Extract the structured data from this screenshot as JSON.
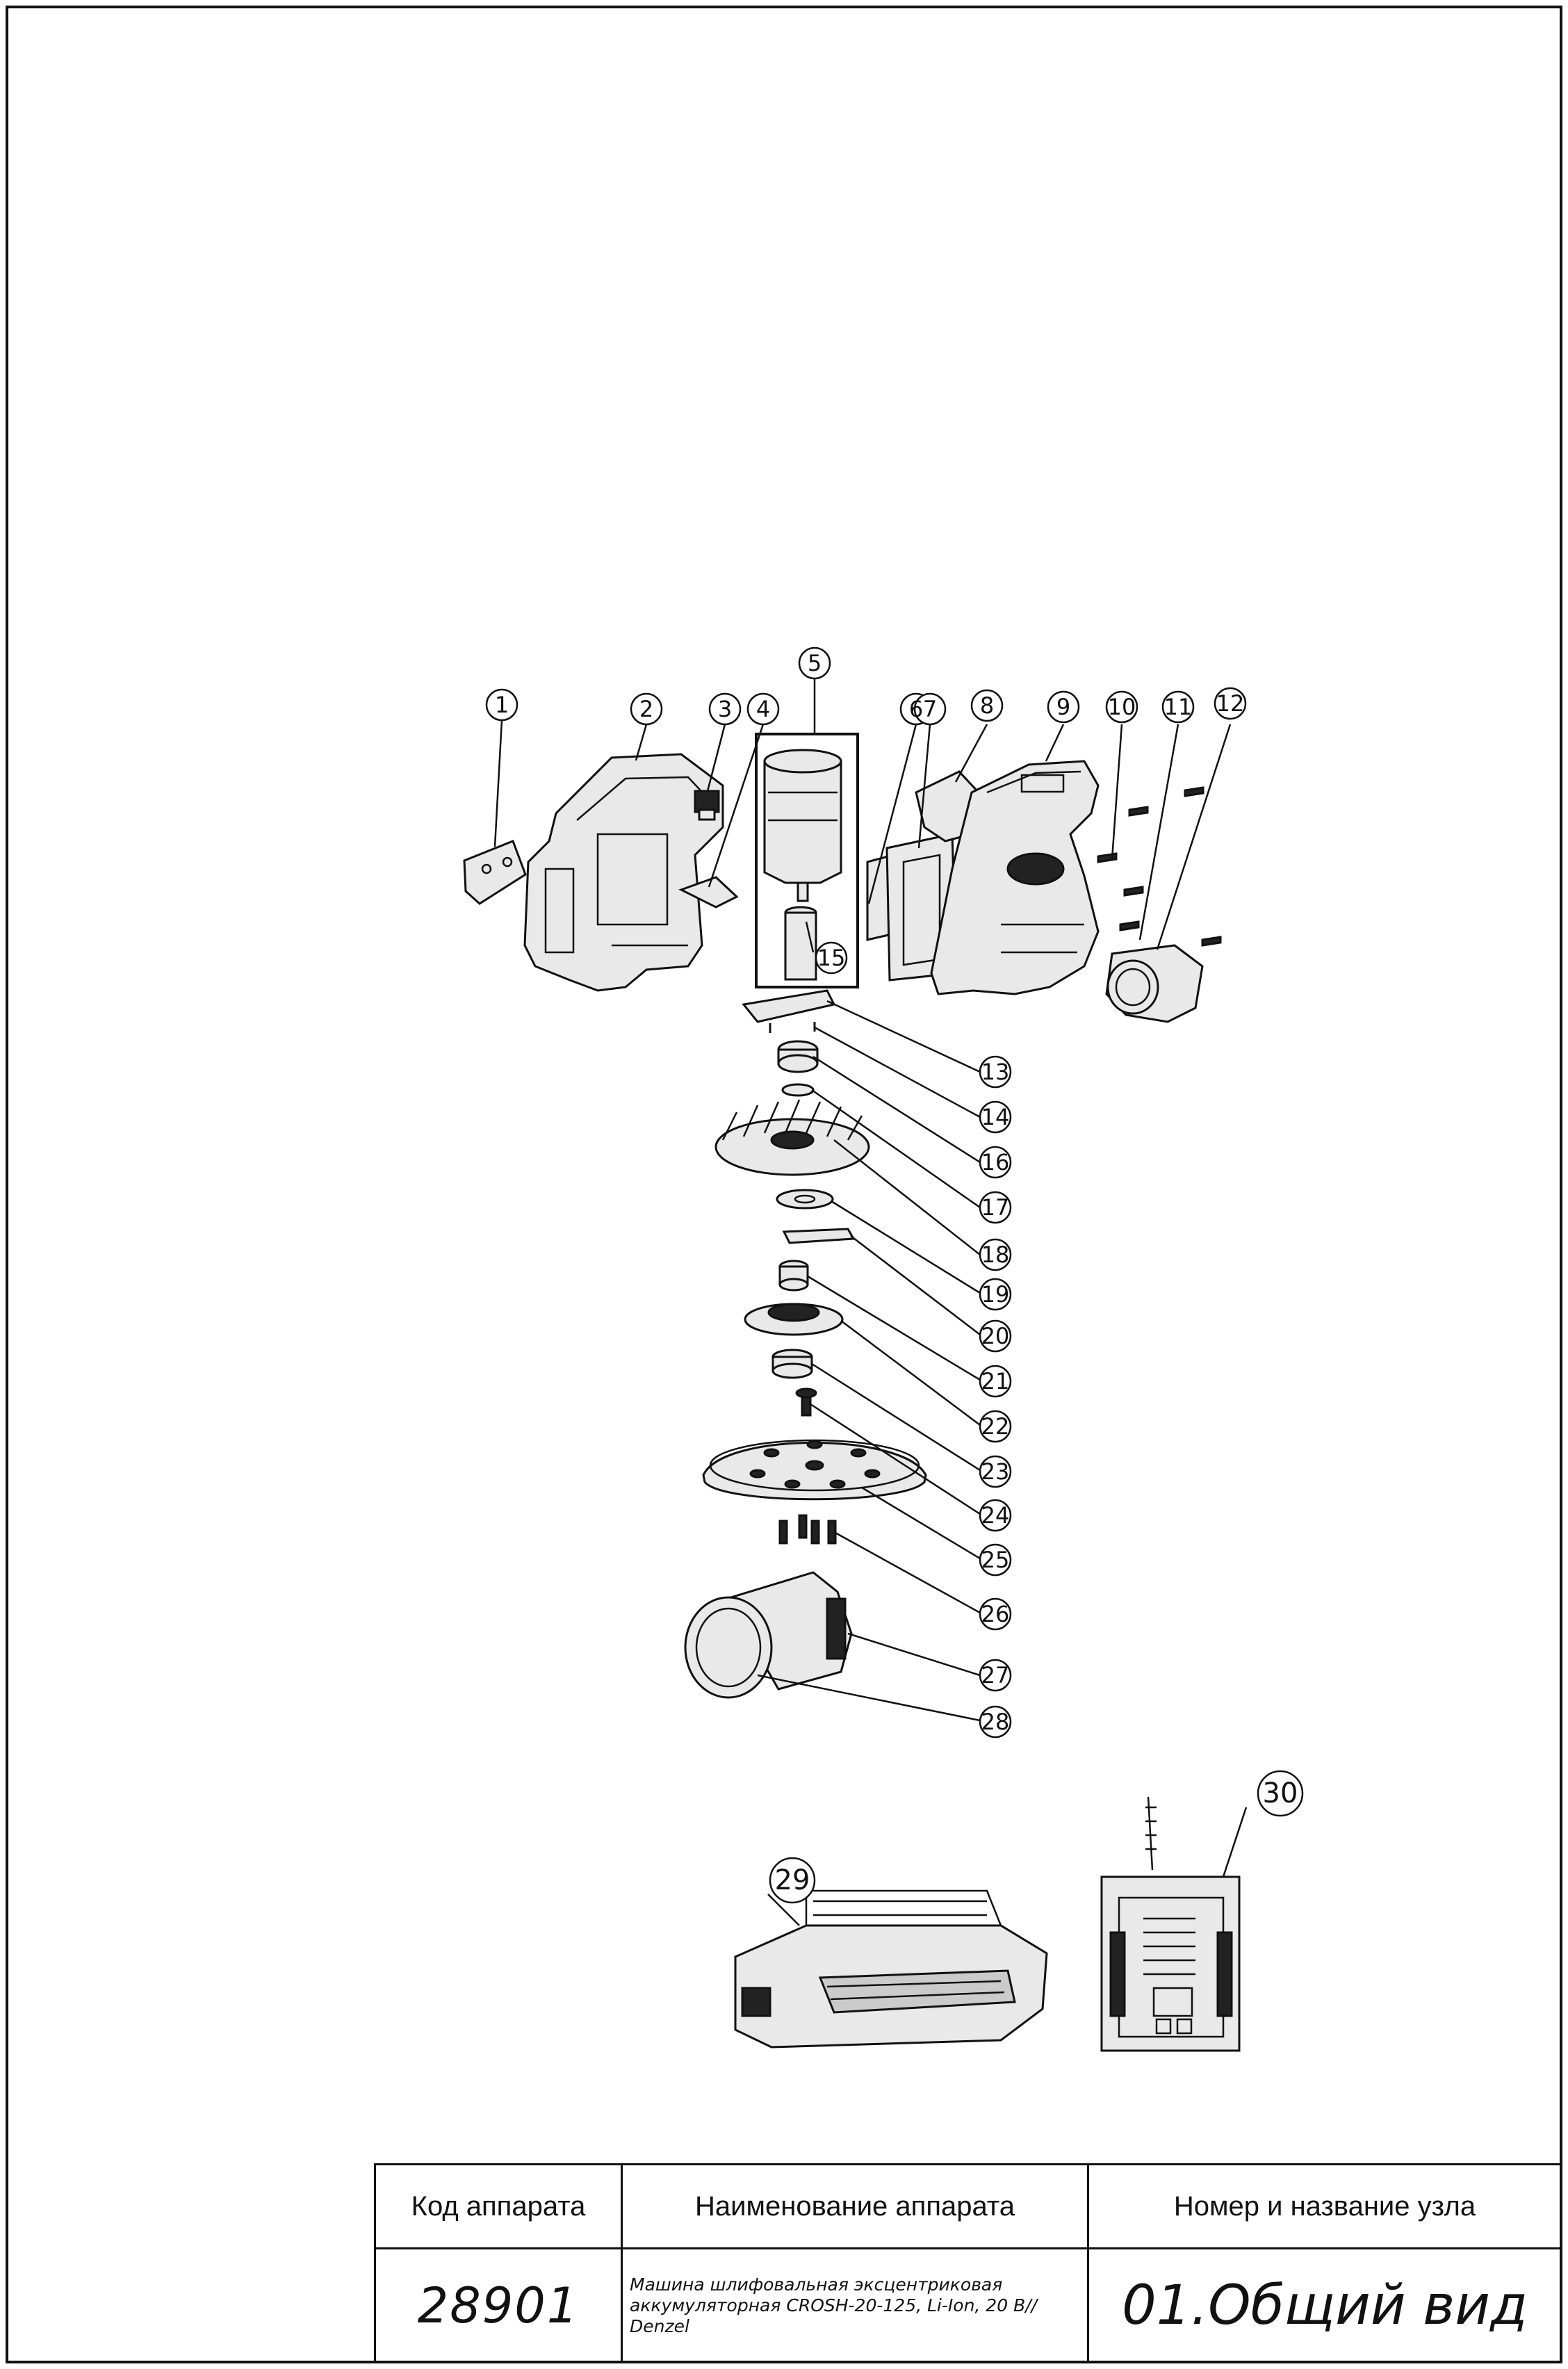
{
  "callouts": {
    "c1": "1",
    "c2": "2",
    "c3": "3",
    "c4": "4",
    "c5": "5",
    "c6": "6",
    "c7": "7",
    "c8": "8",
    "c9": "9",
    "c10": "10",
    "c11": "11",
    "c12": "12",
    "c13": "13",
    "c14": "14",
    "c15": "15",
    "c16": "16",
    "c17": "17",
    "c18": "18",
    "c19": "19",
    "c20": "20",
    "c21": "21",
    "c22": "22",
    "c23": "23",
    "c24": "24",
    "c25": "25",
    "c26": "26",
    "c27": "27",
    "c28": "28",
    "c29": "29",
    "c30": "30"
  },
  "title_block": {
    "code_label": "Код аппарата",
    "name_label": "Наименование аппарата",
    "node_label": "Номер и название узла",
    "code_value": "28901",
    "name_value": "Машина шлифовальная эксцентриковая аккумуляторная CROSH-20-125, Li-Ion, 20 В// Denzel",
    "node_value": "01.Общий вид"
  }
}
